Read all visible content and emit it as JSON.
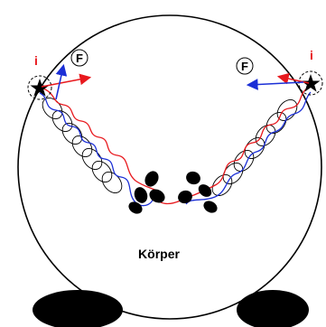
{
  "labels": {
    "body": "Körper",
    "force_left": "F",
    "force_right": "F",
    "current_left": "i",
    "current_right": "i"
  },
  "colors": {
    "outline": "#000000",
    "current": "#e8191e",
    "force": "#1b2fd6",
    "blob": "#000000"
  },
  "icons": {
    "pivot": "star-icon"
  }
}
